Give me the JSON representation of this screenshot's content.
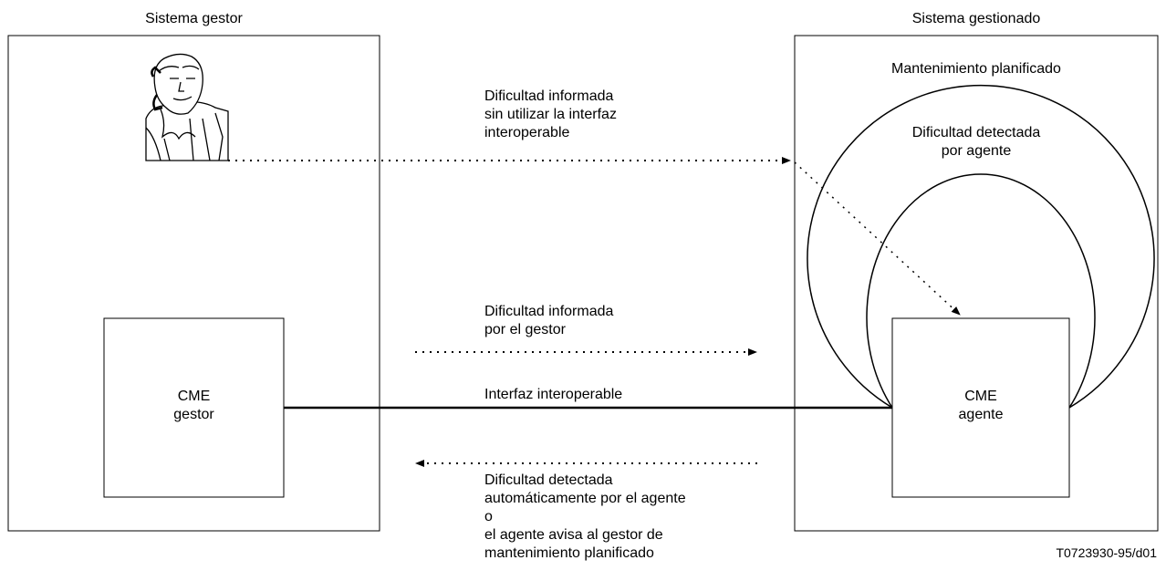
{
  "left_system": {
    "title": "Sistema gestor"
  },
  "right_system": {
    "title": "Sistema gestionado"
  },
  "labels": {
    "planned_maintenance": "Mantenimiento planificado",
    "agent_detected": [
      "Dificultad detectada",
      "por agente"
    ],
    "reported_without_interface": [
      "Dificultad informada",
      "sin utilizar la interfaz",
      "interoperable"
    ],
    "reported_by_manager": [
      "Dificultad informada",
      "por el gestor"
    ],
    "interoperable_interface": "Interfaz interoperable",
    "auto_detected": [
      "Dificultad detectada",
      "automáticamente por el agente",
      "o",
      "el agente avisa al gestor de",
      "mantenimiento planificado"
    ]
  },
  "boxes": {
    "cme_manager": [
      "CME",
      "gestor"
    ],
    "cme_agent": [
      "CME",
      "agente"
    ]
  },
  "figure_code": "T0723930-95/d01",
  "icons": {
    "person": "person-on-telephone-icon"
  }
}
